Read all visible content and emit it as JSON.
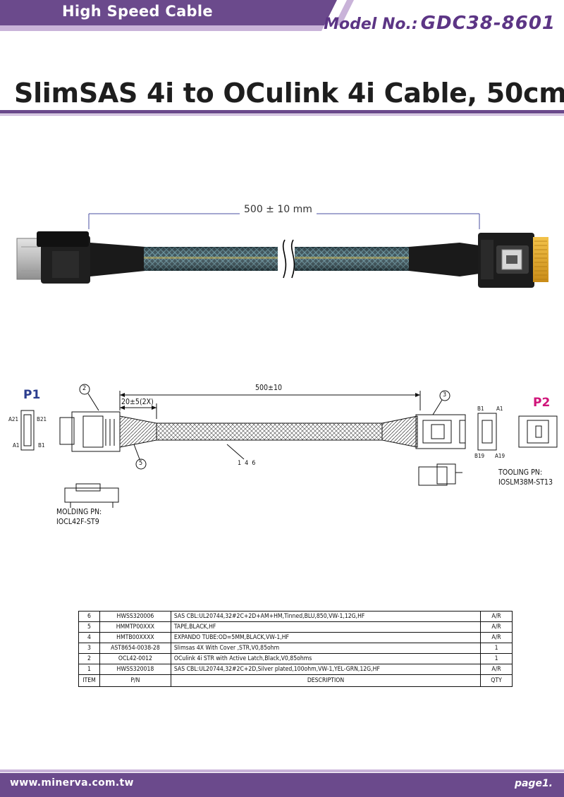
{
  "header": {
    "category": "High Speed Cable",
    "model_label": "Model No.:",
    "model_number": "GDC38-8601"
  },
  "title": "SlimSAS 4i to OCulink 4i Cable, 50cm",
  "photo": {
    "length_label": "500 ± 10 mm"
  },
  "drawing": {
    "p1_label": "P1",
    "p2_label": "P2",
    "overall_length": "500±10",
    "breakout_length": "20±5(2X)",
    "callout_2": "2",
    "callout_3": "3",
    "callout_5": "5",
    "callout_146": "146",
    "p1_pins": {
      "a21": "A21",
      "b21": "B21",
      "a1": "A1",
      "b1": "B1"
    },
    "p2_pins": {
      "b1": "B1",
      "a1": "A1",
      "b19": "B19",
      "a19": "A19"
    },
    "molding_label": "MOLDING PN:",
    "molding_pn": "IOCL42F-ST9",
    "tooling_label": "TOOLING PN:",
    "tooling_pn": "IOSLM38M-ST13"
  },
  "bom": {
    "rows": [
      {
        "item": "6",
        "pn": "HWSS320006",
        "desc": "SAS CBL:UL20744,32#2C+2D+AM+HM,Tinned,BLU,850,VW-1,12G,HF",
        "qty": "A/R"
      },
      {
        "item": "5",
        "pn": "HMMTP00XXX",
        "desc": "TAPE,BLACK,HF",
        "qty": "A/R"
      },
      {
        "item": "4",
        "pn": "HMTB00XXXX",
        "desc": "EXPANDO TUBE:OD=5MM,BLACK,VW-1,HF",
        "qty": "A/R"
      },
      {
        "item": "3",
        "pn": "AST8654-0038-28",
        "desc": "Slimsas 4X With Cover ,STR,V0,85ohm",
        "qty": "1"
      },
      {
        "item": "2",
        "pn": "OCL42-0012",
        "desc": "OCulink 4i STR with Active Latch,Black,V0,85ohms",
        "qty": "1"
      },
      {
        "item": "1",
        "pn": "HWSS320018",
        "desc": "SAS CBL:UL20744,32#2C+2D,Silver plated,100ohm,VW-1,YEL-GRN,12G,HF",
        "qty": "A/R"
      }
    ],
    "header": {
      "item": "ITEM",
      "pn": "P/N",
      "desc": "DESCRIPTION",
      "qty": "QTY"
    }
  },
  "footer": {
    "url": "www.minerva.com.tw",
    "page": "page1."
  },
  "colors": {
    "brand_purple": "#6b4a8c",
    "light_purple": "#c9b3d9",
    "accent_pink": "#d0157a",
    "accent_blue": "#2b3d8e"
  }
}
